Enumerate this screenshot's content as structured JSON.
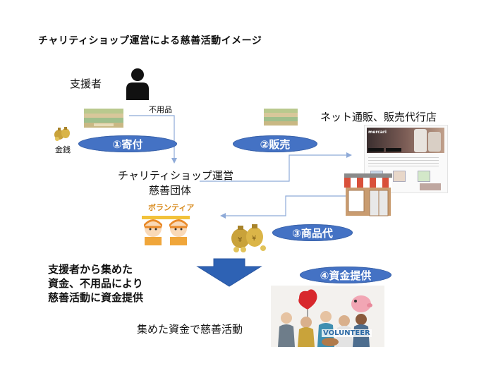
{
  "title": "チャリティショップ運営による慈善活動イメージ",
  "supporter_label": "支援者",
  "unwanted_label": "不用品",
  "money_label": "金銭",
  "donation_pill": "①寄付",
  "sale_pill": "②販売",
  "shop_label": "ネット通販、販売代行店",
  "org_line1": "チャリティショップ運営",
  "org_line2": "慈善団体",
  "volunteer_sign": "ボランティア",
  "goods_pill": "③商品代",
  "funding_pill": "④資金提供",
  "summary": [
    "支援者から集めた",
    "資金、不用品により",
    "慈善活動に資金提供"
  ],
  "activity_label": "集めた資金で慈善活動",
  "volunteer_banner": "VOLUNTEER",
  "mercari_brand": "mercari",
  "colors": {
    "accent": "#4472c4",
    "arrow": "#2e62b4",
    "line": "#8eaad8"
  }
}
